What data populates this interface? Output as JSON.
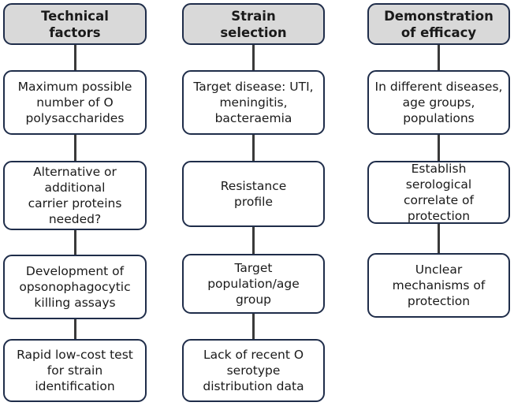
{
  "columns": [
    {
      "header": "Technical\nfactors",
      "items": [
        "Maximum possible\nnumber of O\npolysaccharides",
        "Alternative or\nadditional\ncarrier proteins\nneeded?",
        "Development of\nopsonophagocytic\nkilling assays",
        "Rapid low-cost test\nfor strain\nidentification"
      ]
    },
    {
      "header": "Strain\nselection",
      "items": [
        "Target disease: UTI,\nmeningitis,\nbacteraemia",
        "Resistance\nprofile",
        "Target\npopulation/age\ngroup",
        "Lack of recent O\nserotype\ndistribution data"
      ]
    },
    {
      "header": "Demonstration\nof efficacy",
      "items": [
        "In different diseases,\nage groups,\npopulations",
        "Establish\nserological\ncorrelate of\nprotection",
        "Unclear\nmechanisms of\nprotection"
      ]
    }
  ],
  "colors": {
    "header_fill": "#d9d9d9",
    "box_border": "#1f2d4a",
    "connector": "#3a3a3a",
    "background": "#ffffff"
  }
}
